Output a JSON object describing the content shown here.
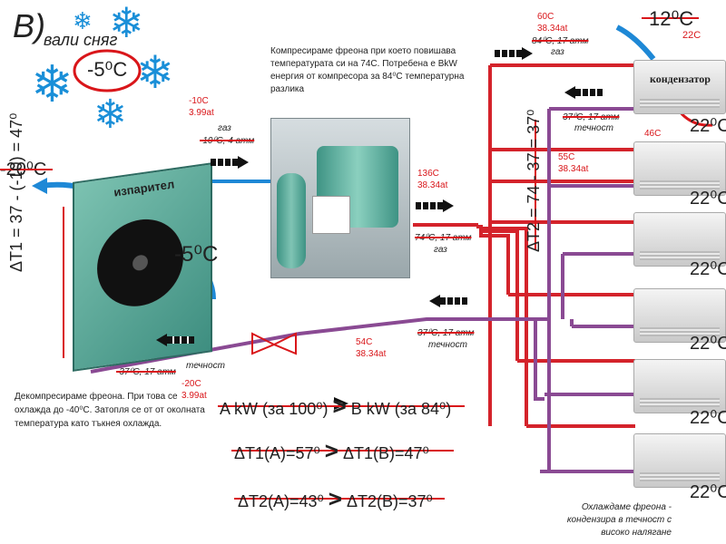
{
  "heading": {
    "letter": "B)",
    "subtitle": "вали сняг"
  },
  "outside_temp": "-5⁰C",
  "evaporator": {
    "label": "изпарител",
    "temp": "-20⁰C",
    "fan_temp": "-5⁰C"
  },
  "condenser_label": "кондензатор",
  "ambient": {
    "temp": "12⁰C",
    "sub": "22C"
  },
  "room_temps": [
    "22⁰C",
    "22⁰C",
    "22⁰C",
    "22⁰C",
    "22⁰C",
    "22⁰C"
  ],
  "points": {
    "suction": {
      "temp": "-10C",
      "pressure": "3.99at"
    },
    "suction_gas_label": "газ",
    "suction_gas_old": "-10⁰C, 4 атм",
    "discharge": {
      "temp": "136C",
      "pressure": "38.34at"
    },
    "discharge_old": "74⁰C, 17 атм",
    "discharge_gas_label": "газ",
    "cond_in": {
      "temp": "60C",
      "pressure": "38.34at"
    },
    "cond_in_old": "84⁰C, 17 атм",
    "cond_in_label": "газ",
    "cond_liquid_old": "37⁰C, 17 атм",
    "cond_liquid_label": "течност",
    "mid_temp": "46C",
    "cond_out": {
      "temp": "55C",
      "pressure": "38.34at"
    },
    "return_liquid": {
      "temp": "54C",
      "pressure": "38.34at"
    },
    "return_liquid_old": "37⁰C, 17 атм",
    "return_liquid_label": "течност",
    "evap_in_old": "-37⁰C, 17 атм",
    "evap_in_label": "течност",
    "evap_in": {
      "temp": "-20C",
      "pressure": "3.99at"
    }
  },
  "notes": {
    "compressor": "Компресираме фреона при което повишава температурата си на 74С. Потребена е BkW енергия от компресора за 84⁰С температурна разлика",
    "decompress": "Декомпресираме фреона. При това се охлажда до -40⁰С. Затопля се от от околната температура като тъкнея охлажда.",
    "bottom_right": "Охлаждаме фреона - кондензира в течност с високо налягане"
  },
  "delta_labels": {
    "t1": "ΔT1 = 37 - (-10) = 47⁰",
    "t2": "ΔT2 = 74 - 37 = 37⁰"
  },
  "comparisons": [
    {
      "left": "A kW (за 100⁰)",
      "op": ">",
      "right": "B kW (за 84⁰)"
    },
    {
      "left": "ΔT1(A)=57⁰",
      "op": ">",
      "right": "ΔT1(B)=47⁰"
    },
    {
      "left": "ΔT2(A)=43⁰",
      "op": ">",
      "right": "ΔT2(B)=37⁰"
    }
  ],
  "colors": {
    "hot_line": "#d4232b",
    "liquid_line": "#8a4a93",
    "cold_line": "#1e88d6",
    "accent": "#d9161a"
  }
}
